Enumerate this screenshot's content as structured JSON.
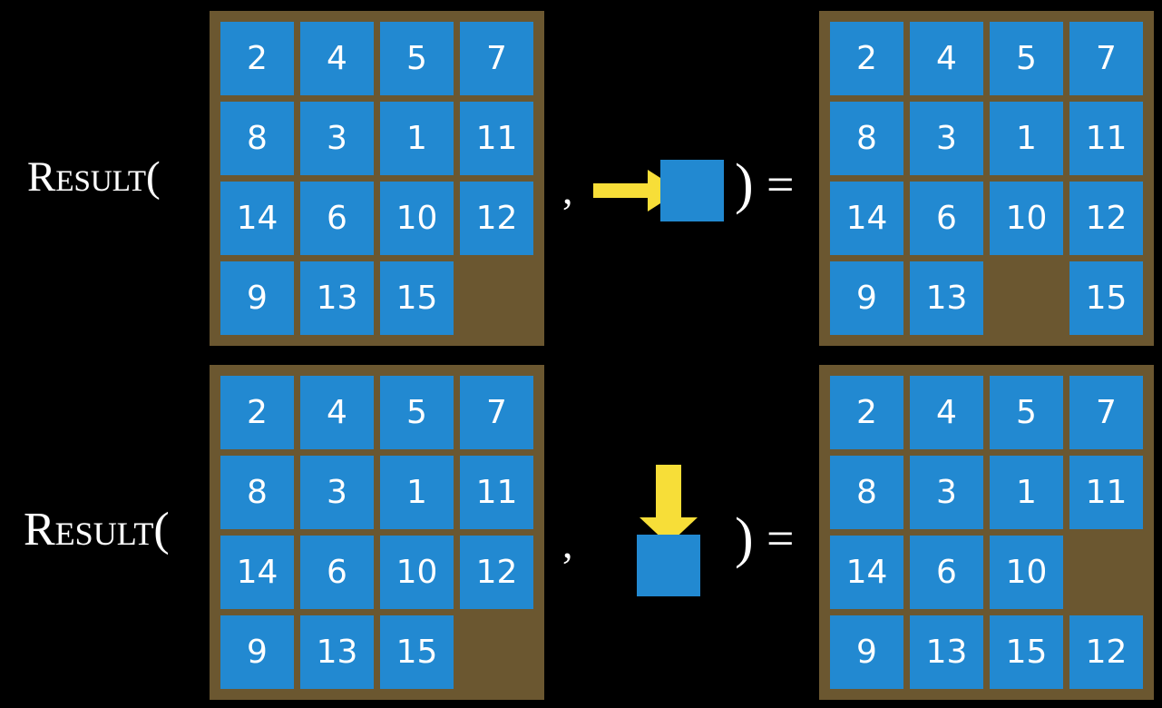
{
  "background_color": "#000000",
  "colors": {
    "tile": "#2289d1",
    "board": "#6b5730",
    "board_inner": "#6b5c35",
    "arrow": "#f7de38",
    "text": "#ffffff"
  },
  "rows": [
    {
      "id": "row-1",
      "label": "Result(",
      "comma": ",",
      "close_paren": ")",
      "equals": "=",
      "input_board": {
        "name": "input-board-row-1",
        "grid": [
          [
            "2",
            "4",
            "5",
            "7"
          ],
          [
            "8",
            "3",
            "1",
            "11"
          ],
          [
            "14",
            "6",
            "10",
            "12"
          ],
          [
            "9",
            "13",
            "15",
            ""
          ]
        ]
      },
      "action": {
        "name": "move-right-action",
        "direction": "right",
        "arrow_icon": "arrow-right-icon",
        "tile_label": ""
      },
      "output_board": {
        "name": "output-board-row-1",
        "grid": [
          [
            "2",
            "4",
            "5",
            "7"
          ],
          [
            "8",
            "3",
            "1",
            "11"
          ],
          [
            "14",
            "6",
            "10",
            "12"
          ],
          [
            "9",
            "13",
            "",
            "15"
          ]
        ]
      }
    },
    {
      "id": "row-2",
      "label": "Result(",
      "comma": ",",
      "close_paren": ")",
      "equals": "=",
      "input_board": {
        "name": "input-board-row-2",
        "grid": [
          [
            "2",
            "4",
            "5",
            "7"
          ],
          [
            "8",
            "3",
            "1",
            "11"
          ],
          [
            "14",
            "6",
            "10",
            "12"
          ],
          [
            "9",
            "13",
            "15",
            ""
          ]
        ]
      },
      "action": {
        "name": "move-down-action",
        "direction": "down",
        "arrow_icon": "arrow-down-icon",
        "tile_label": ""
      },
      "output_board": {
        "name": "output-board-row-2",
        "grid": [
          [
            "2",
            "4",
            "5",
            "7"
          ],
          [
            "8",
            "3",
            "1",
            "11"
          ],
          [
            "14",
            "6",
            "10",
            ""
          ],
          [
            "9",
            "13",
            "15",
            "12"
          ]
        ]
      }
    }
  ]
}
